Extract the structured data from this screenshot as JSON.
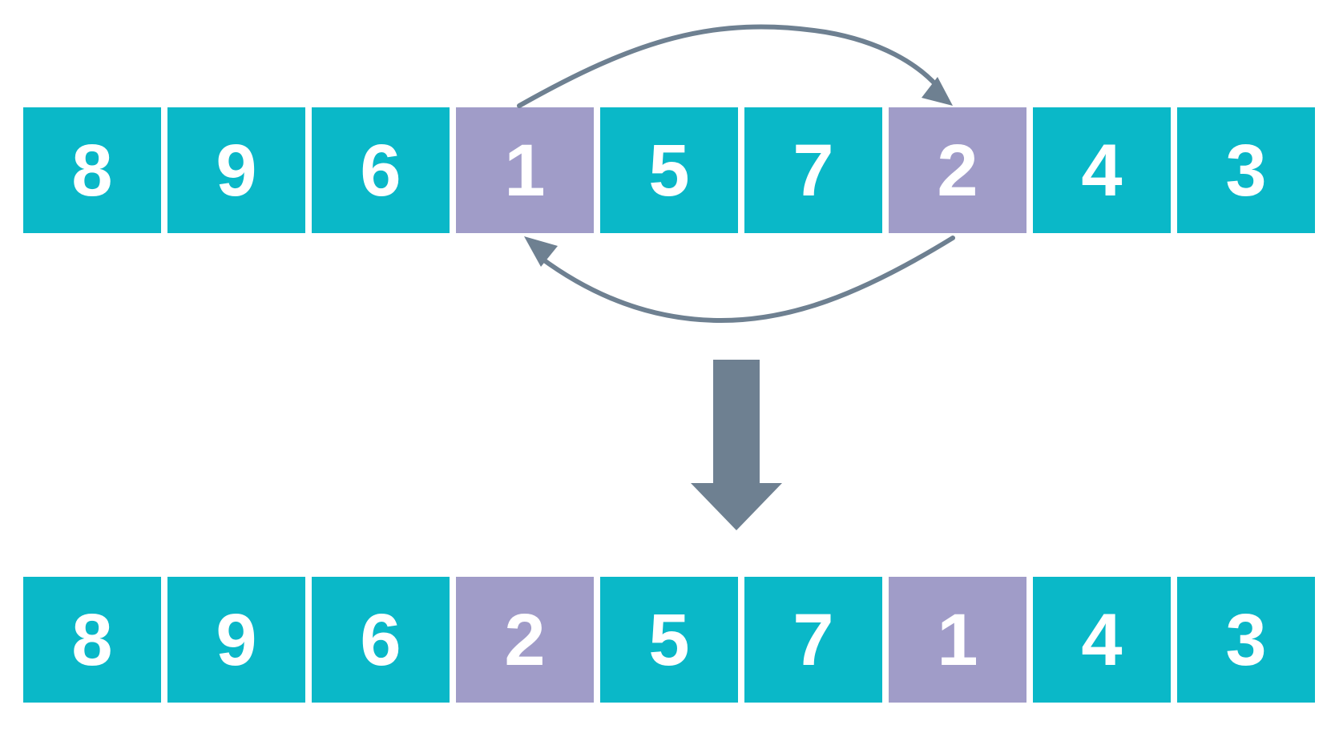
{
  "colors": {
    "cell_default": "#0ab8c8",
    "cell_swapped": "#a09cc8",
    "arrow": "#6e8091"
  },
  "rows": {
    "before": [
      {
        "value": "8",
        "highlight": false
      },
      {
        "value": "9",
        "highlight": false
      },
      {
        "value": "6",
        "highlight": false
      },
      {
        "value": "1",
        "highlight": true
      },
      {
        "value": "5",
        "highlight": false
      },
      {
        "value": "7",
        "highlight": false
      },
      {
        "value": "2",
        "highlight": true
      },
      {
        "value": "4",
        "highlight": false
      },
      {
        "value": "3",
        "highlight": false
      }
    ],
    "after": [
      {
        "value": "8",
        "highlight": false
      },
      {
        "value": "9",
        "highlight": false
      },
      {
        "value": "6",
        "highlight": false
      },
      {
        "value": "2",
        "highlight": true
      },
      {
        "value": "5",
        "highlight": false
      },
      {
        "value": "7",
        "highlight": false
      },
      {
        "value": "1",
        "highlight": true
      },
      {
        "value": "4",
        "highlight": false
      },
      {
        "value": "3",
        "highlight": false
      }
    ]
  },
  "icons": {
    "swap_arrow_top": "curved-arrow-right-icon",
    "swap_arrow_bottom": "curved-arrow-left-icon",
    "transition_arrow": "down-arrow-icon"
  }
}
